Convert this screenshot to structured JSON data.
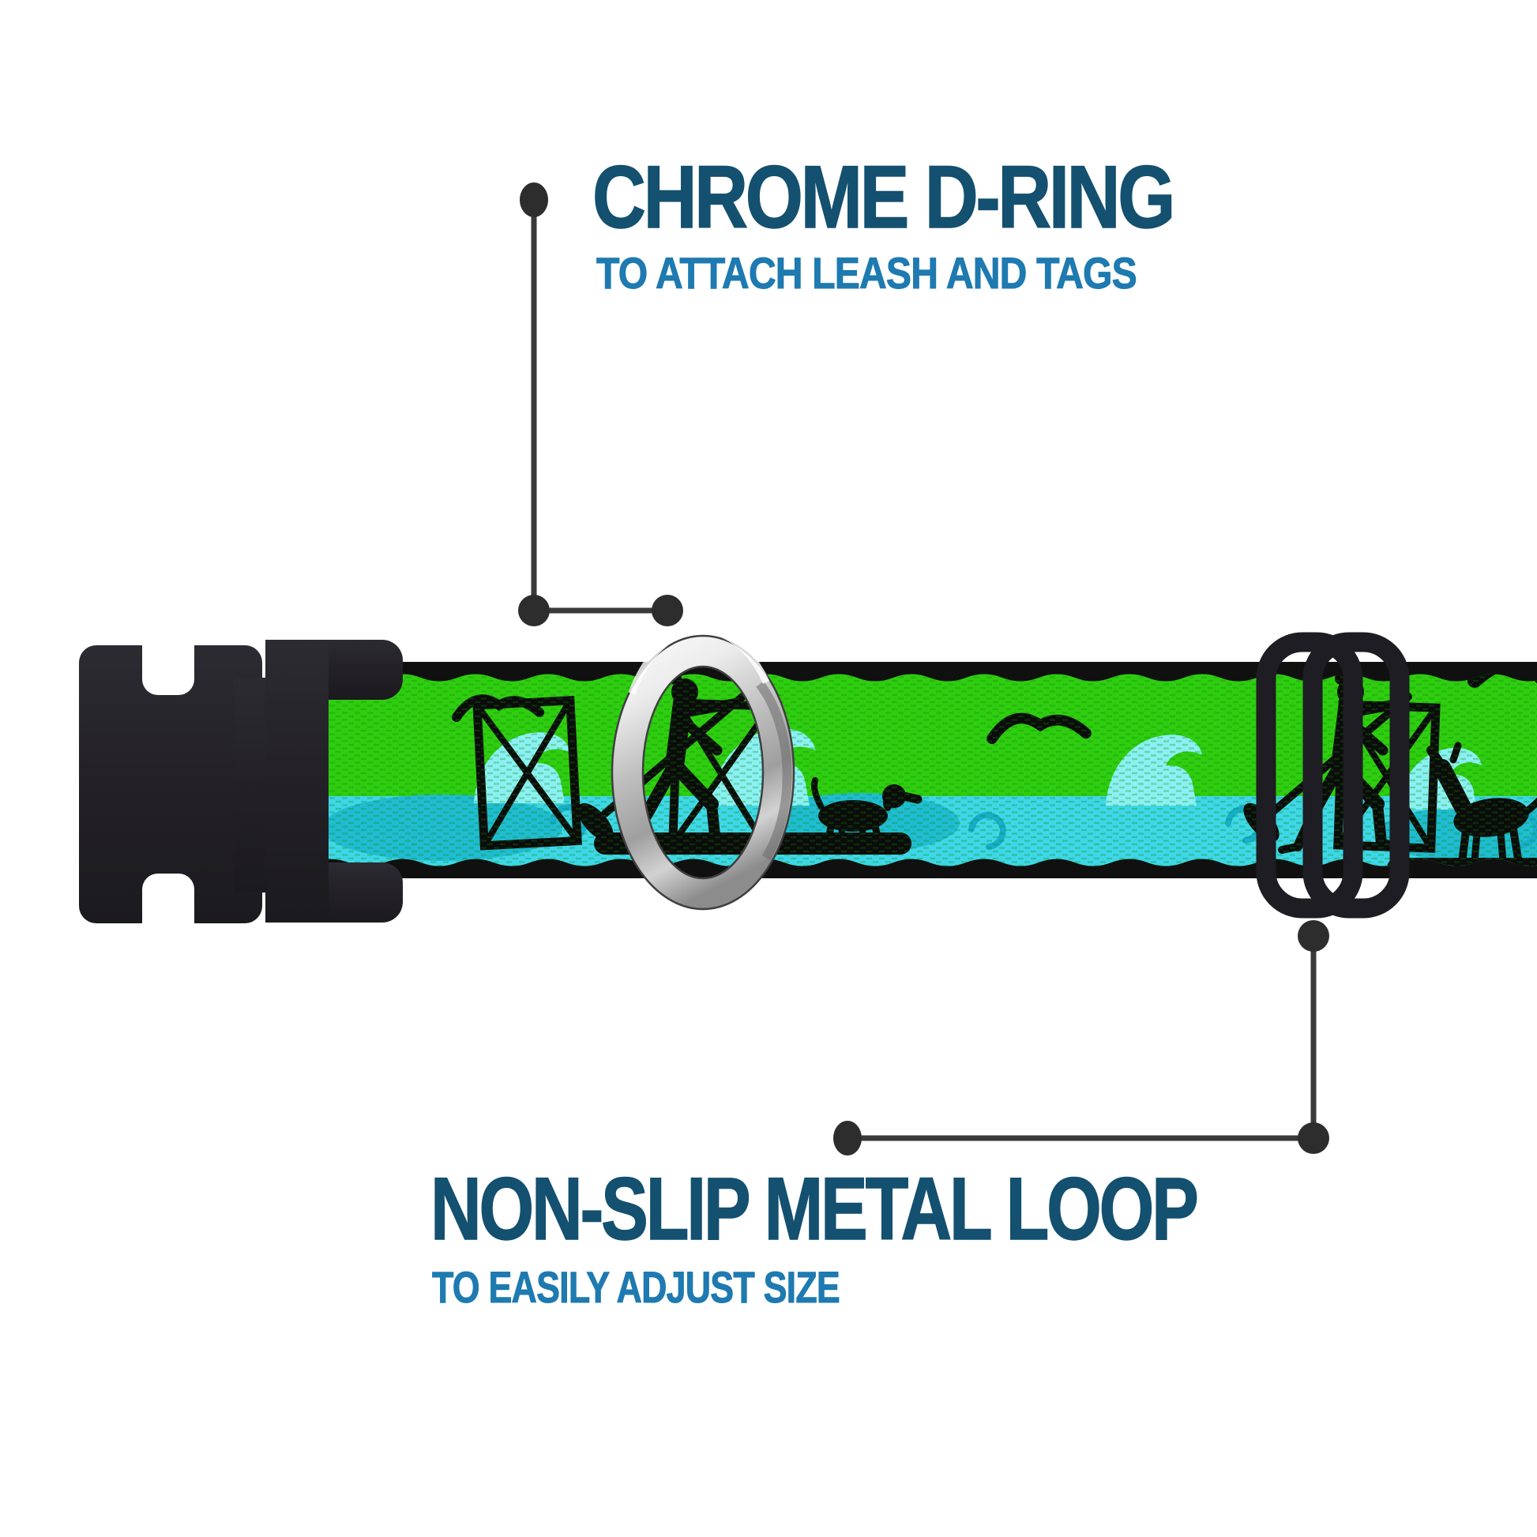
{
  "page": {
    "background": "#ffffff"
  },
  "callouts": {
    "d_ring": {
      "title": "CHROME D-RING",
      "subtitle": "TO ATTACH LEASH AND TAGS"
    },
    "metal_loop": {
      "title": "NON-SLIP METAL LOOP",
      "subtitle": "TO EASILY ADJUST SIZE"
    }
  },
  "collar": {
    "hardware": {
      "buckle_icon": "black side-release buckle",
      "d_ring_icon": "chrome metal D-ring",
      "triglide_icon": "black non-slip metal tri-glide loop"
    },
    "webbing_art_icons": [
      "woman-paddleboarder-silhouette",
      "beagle-dog-on-paddleboard-silhouette",
      "howling-wolf-on-paddleboard-silhouette",
      "seagull-silhouette",
      "lattice-frame-silhouette",
      "breaking-wave-curls"
    ]
  },
  "colors": {
    "page_bg": "#ffffff",
    "title_navy": "#14506f",
    "subtitle_blue": "#1e7ab0",
    "leader_gray": "#3a3a3a",
    "dot_gray": "#2d2d2d",
    "webbing_green": "#2fcd10",
    "edge_black": "#101010",
    "silhouette_black": "#0c0c0c",
    "water_base": "#3ed7e8",
    "water_light": "#8bf0f2",
    "water_deep": "#17aecb",
    "pool_teal": "#1fbcd2",
    "buckle_black": "#232127",
    "triglide_black": "#1e1d23",
    "chrome_light": "#fdfdfd",
    "chrome_mid": "#bdbdbd",
    "chrome_dark": "#8c8c8c"
  }
}
